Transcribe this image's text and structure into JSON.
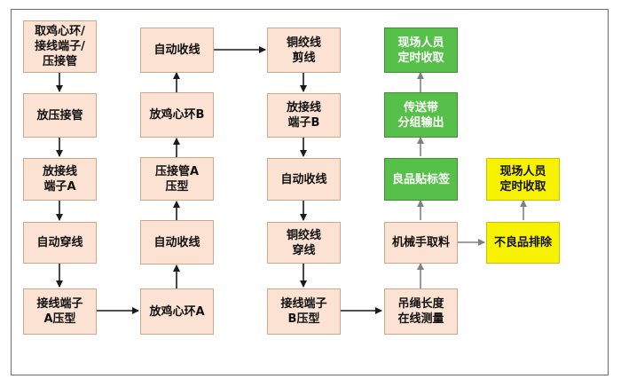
{
  "colors": {
    "process": "#fbe2d3",
    "ok": "#57c04a",
    "reject": "#f7f200",
    "arrow": "#1a1a1a",
    "arrow_light": "#808080"
  },
  "nodes": {
    "take_parts": "取鸡心环/\n接线端子/\n压接管",
    "place_tube": "放压接管",
    "place_terminal_a": "放接线\n端子A",
    "auto_thread": "自动穿线",
    "crimp_terminal_a": "接线端子\nA压型",
    "place_ring_a": "放鸡心环A",
    "auto_wind_1": "自动收线",
    "crimp_tube_a": "压接管A\n压型",
    "place_ring_b": "放鸡心环B",
    "auto_wind_2": "自动收线",
    "twist_cut": "铜绞线\n剪线",
    "place_terminal_b": "放接线\n端子B",
    "auto_wind_3": "自动收线",
    "twist_thread": "铜绞线\n穿线",
    "crimp_terminal_b": "接线端子\nB压型",
    "measure_length": "吊绳长度\n在线测量",
    "robot_pick": "机械手取料",
    "label_good": "良品贴标签",
    "conveyor": "传送带\n分组输出",
    "collect_good": "现场人员\n定时收取",
    "reject_out": "不良品排除",
    "collect_reject": "现场人员\n定时收取"
  }
}
